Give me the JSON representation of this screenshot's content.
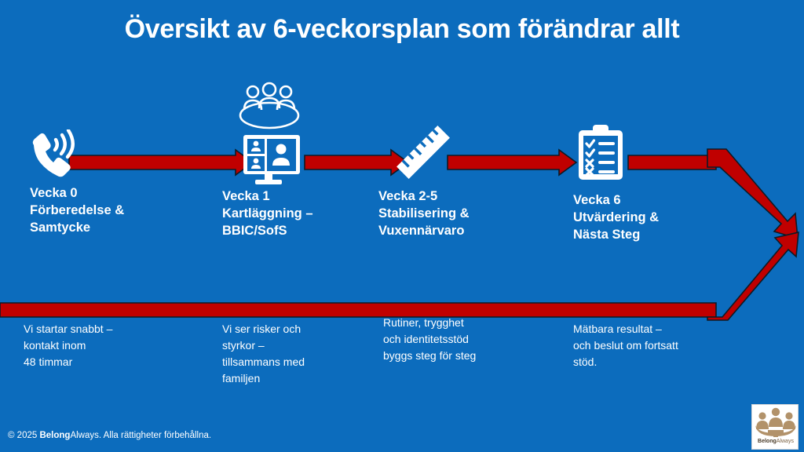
{
  "slide": {
    "title": "Översikt av 6-veckorsplan som förändrar allt",
    "background_color": "#0c6cbd",
    "accent_color": "#c00000",
    "text_color": "#ffffff"
  },
  "milestones": [
    {
      "icon": "ringing-phone-icon",
      "label": "Vecka 0\nFörberedelse &\nSamtycke",
      "caption": "Vi startar snabbt –\nkontakt inom\n48 timmar"
    },
    {
      "icon": "conference-meeting-icon",
      "label": "Vecka 1\nKartläggning –\nBBIC/SofS",
      "caption": "Vi ser risker och\nstyrkor –\ntillsammans med\nfamiljen"
    },
    {
      "icon": "ruler-icon",
      "label": "Vecka 2-5\nStabilisering &\nVuxennärvaro",
      "caption": "Rutiner, trygghet\noch identitetsstöd\nbyggs steg för steg"
    },
    {
      "icon": "clipboard-checklist-icon",
      "label": "Vecka 6\nUtvärdering &\nNästa Steg",
      "caption": "Mätbara resultat –\noch beslut om fortsatt\nstöd."
    }
  ],
  "footer": {
    "copyright_prefix": "© 2025 ",
    "brand_bold": "Belong",
    "brand_rest": "Always. Alla rättigheter förbehållna."
  },
  "logo": {
    "brand_bold": "Belong",
    "brand_rest": "Always",
    "mark_color": "#b2926a"
  }
}
